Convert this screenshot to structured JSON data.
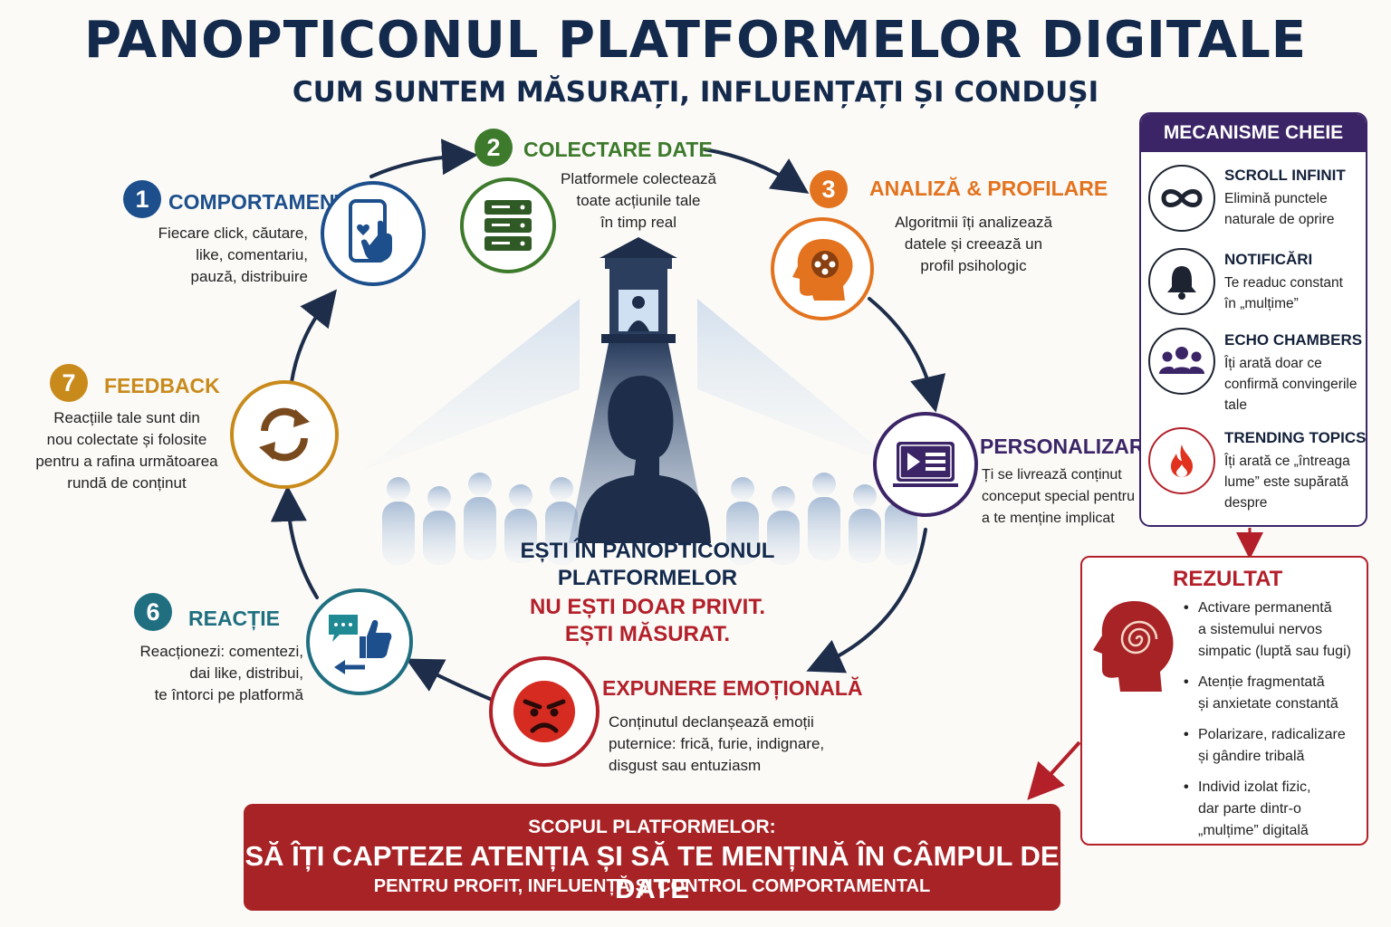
{
  "header": {
    "title": "PANOPTICONUL PLATFORMELOR DIGITALE",
    "subtitle": "CUM SUNTEM MĂSURAȚI, INFLUENȚAȚI ȘI CONDUȘI"
  },
  "steps": [
    {
      "num": "1",
      "title": "COMPORTAMENT",
      "lines": [
        "Fiecare click, căutare,",
        "like, comentariu,",
        "pauză, distribuire"
      ],
      "color": "#1c4f8c",
      "icon": "phone-touch-icon"
    },
    {
      "num": "2",
      "title": "COLECTARE DATE",
      "lines": [
        "Platformele colectează",
        "toate acțiunile tale",
        "în timp real"
      ],
      "color": "#3d7a2c",
      "icon": "database-icon"
    },
    {
      "num": "3",
      "title": "ANALIZĂ & PROFILARE",
      "lines": [
        "Algoritmii îți analizează",
        "datele și creează un",
        "profil psihologic"
      ],
      "color": "#e3731e",
      "icon": "head-analysis-icon"
    },
    {
      "num": "",
      "title": "PERSONALIZARE",
      "lines": [
        "Ți se livrează conținut",
        "conceput special pentru",
        "a te menține implicat"
      ],
      "color": "#3b2567",
      "icon": "video-feed-icon"
    },
    {
      "num": "",
      "title": "EXPUNERE EMOȚIONALĂ",
      "lines": [
        "Conținutul declanșează emoții",
        "puternice: frică, furie, indignare,",
        "disgust sau entuziasm"
      ],
      "color": "#b3202a",
      "icon": "angry-face-icon"
    },
    {
      "num": "6",
      "title": "REACȚIE",
      "lines": [
        "Reacționezi: comentezi,",
        "dai like, distribui,",
        "te întorci pe platformă"
      ],
      "color": "#1f6f80",
      "icon": "reaction-icon"
    },
    {
      "num": "7",
      "title": "FEEDBACK",
      "lines": [
        "Reacțiile tale sunt din",
        "nou colectate și folosite",
        "pentru a rafina următoarea",
        "rundă de conținut"
      ],
      "color": "#c98a1c",
      "icon": "refresh-icon"
    }
  ],
  "center": {
    "line1": "EȘTI ÎN PANOPTICONUL",
    "line2": "PLATFORMELOR",
    "red1": "NU EȘTI DOAR PRIVIT.",
    "red2": "EȘTI MĂSURAT."
  },
  "mechanisms": {
    "header": "MECANISME CHEIE",
    "items": [
      {
        "title": "SCROLL INFINIT",
        "lines": [
          "Elimină punctele",
          "naturale de oprire"
        ],
        "icon": "infinity-icon"
      },
      {
        "title": "NOTIFICĂRI",
        "lines": [
          "Te readuc constant",
          "în „mulțime”"
        ],
        "icon": "bell-icon"
      },
      {
        "title": "ECHO CHAMBERS",
        "lines": [
          "Îți arată doar ce",
          "confirmă convingerile",
          "tale"
        ],
        "icon": "group-icon"
      },
      {
        "title": "TRENDING TOPICS",
        "lines": [
          "Îți arată ce „întreaga",
          "lume” este supărată",
          "despre"
        ],
        "icon": "flame-icon"
      }
    ]
  },
  "result": {
    "header": "REZULTAT",
    "items": [
      [
        "Activare permanentă",
        "a sistemului nervos",
        "simpatic (luptă sau fugi)"
      ],
      [
        "Atenție fragmentată",
        "și anxietate constantă"
      ],
      [
        "Polarizare, radicalizare",
        "și gândire tribală"
      ],
      [
        "Individ izolat fizic,",
        "dar parte dintr-o",
        "„mulțime” digitală"
      ]
    ]
  },
  "goal": {
    "line1": "SCOPUL PLATFORMELOR:",
    "line2": "SĂ ÎȚI CAPTEZE ATENȚIA ȘI SĂ TE MENȚINĂ ÎN CÂMPUL DE DATE",
    "line3": "PENTRU PROFIT, INFLUENȚĂ ȘI CONTROL COMPORTAMENTAL"
  }
}
